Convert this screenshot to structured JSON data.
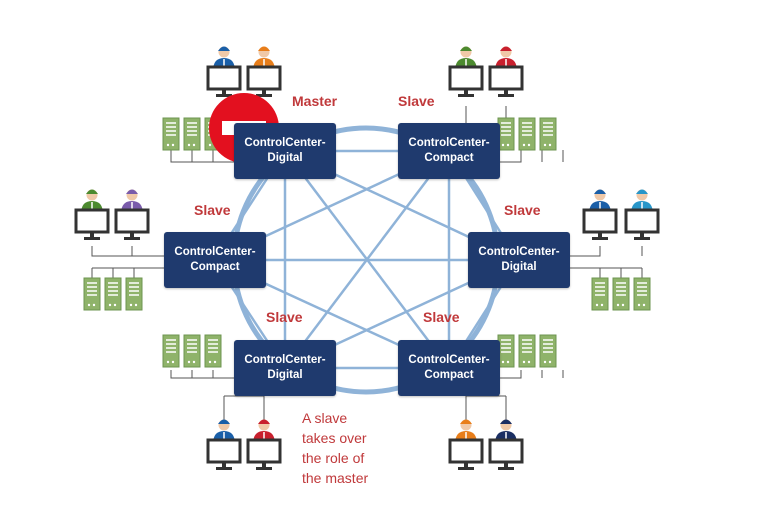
{
  "nodes": {
    "top_left": {
      "line1": "ControlCenter-",
      "line2": "Digital",
      "role": "Master"
    },
    "top_right": {
      "line1": "ControlCenter-",
      "line2": "Compact",
      "role": "Slave"
    },
    "mid_left": {
      "line1": "ControlCenter-",
      "line2": "Compact",
      "role": "Slave"
    },
    "mid_right": {
      "line1": "ControlCenter-",
      "line2": "Digital",
      "role": "Slave"
    },
    "bottom_left": {
      "line1": "ControlCenter-",
      "line2": "Digital",
      "role": "Slave"
    },
    "bottom_right": {
      "line1": "ControlCenter-",
      "line2": "Compact",
      "role": "Slave"
    }
  },
  "failover_note": [
    "A slave",
    "takes over",
    "the role of",
    "the master"
  ],
  "colors": {
    "node_fill": "#1f3a6e",
    "ring": "#8fb3d8",
    "label_red": "#c0393b",
    "server_green": "#8fb36a",
    "stop_sign": "#e3101f"
  },
  "operator_colors": {
    "top_left": [
      "#1a5fa8",
      "#e87e1a"
    ],
    "top_right": [
      "#4c8a2f",
      "#c8202e"
    ],
    "mid_left": [
      "#4c8a2f",
      "#7a5cab"
    ],
    "mid_right": [
      "#1a5fa8",
      "#2896c9"
    ],
    "bottom_left": [
      "#1a5fa8",
      "#c8202e"
    ],
    "bottom_right": [
      "#e87e1a",
      "#1b2f63"
    ]
  },
  "icons": {
    "operator": "person-at-monitor-icon",
    "server": "server-rack-icon",
    "failure": "no-entry-icon"
  }
}
